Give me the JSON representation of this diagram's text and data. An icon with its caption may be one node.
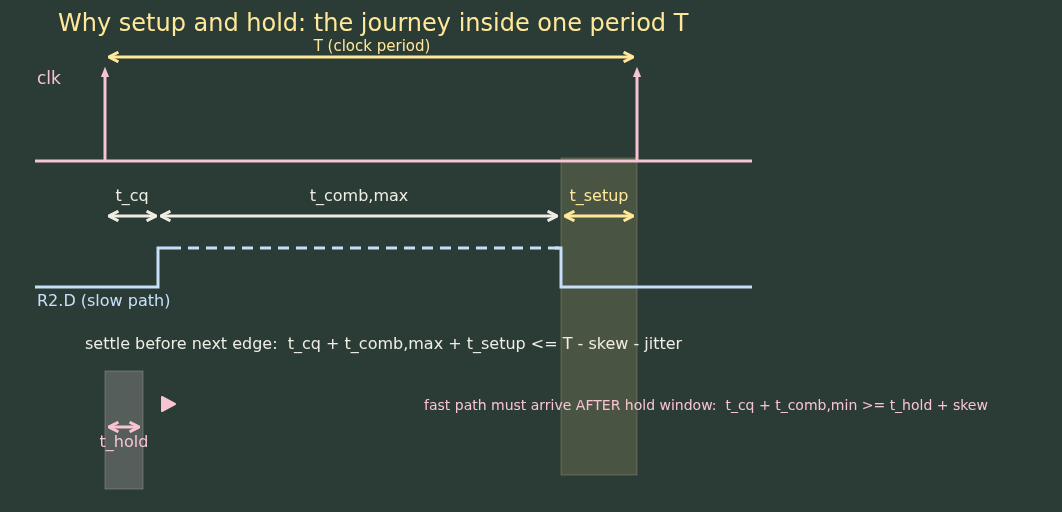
{
  "diagram": {
    "title": "Why setup and hold: the journey inside one period T",
    "labels": [
      "T (clock period)",
      "clk",
      "t_cq",
      "t_comb,max",
      "t_setup",
      "R2.D (slow path)",
      "settle before next edge:  t_cq + t_comb,max + t_setup <= T - skew - jitter",
      "t_hold",
      "fast path must arrive AFTER hold window:  t_cq + t_comb,min >= t_hold + skew"
    ]
  }
}
